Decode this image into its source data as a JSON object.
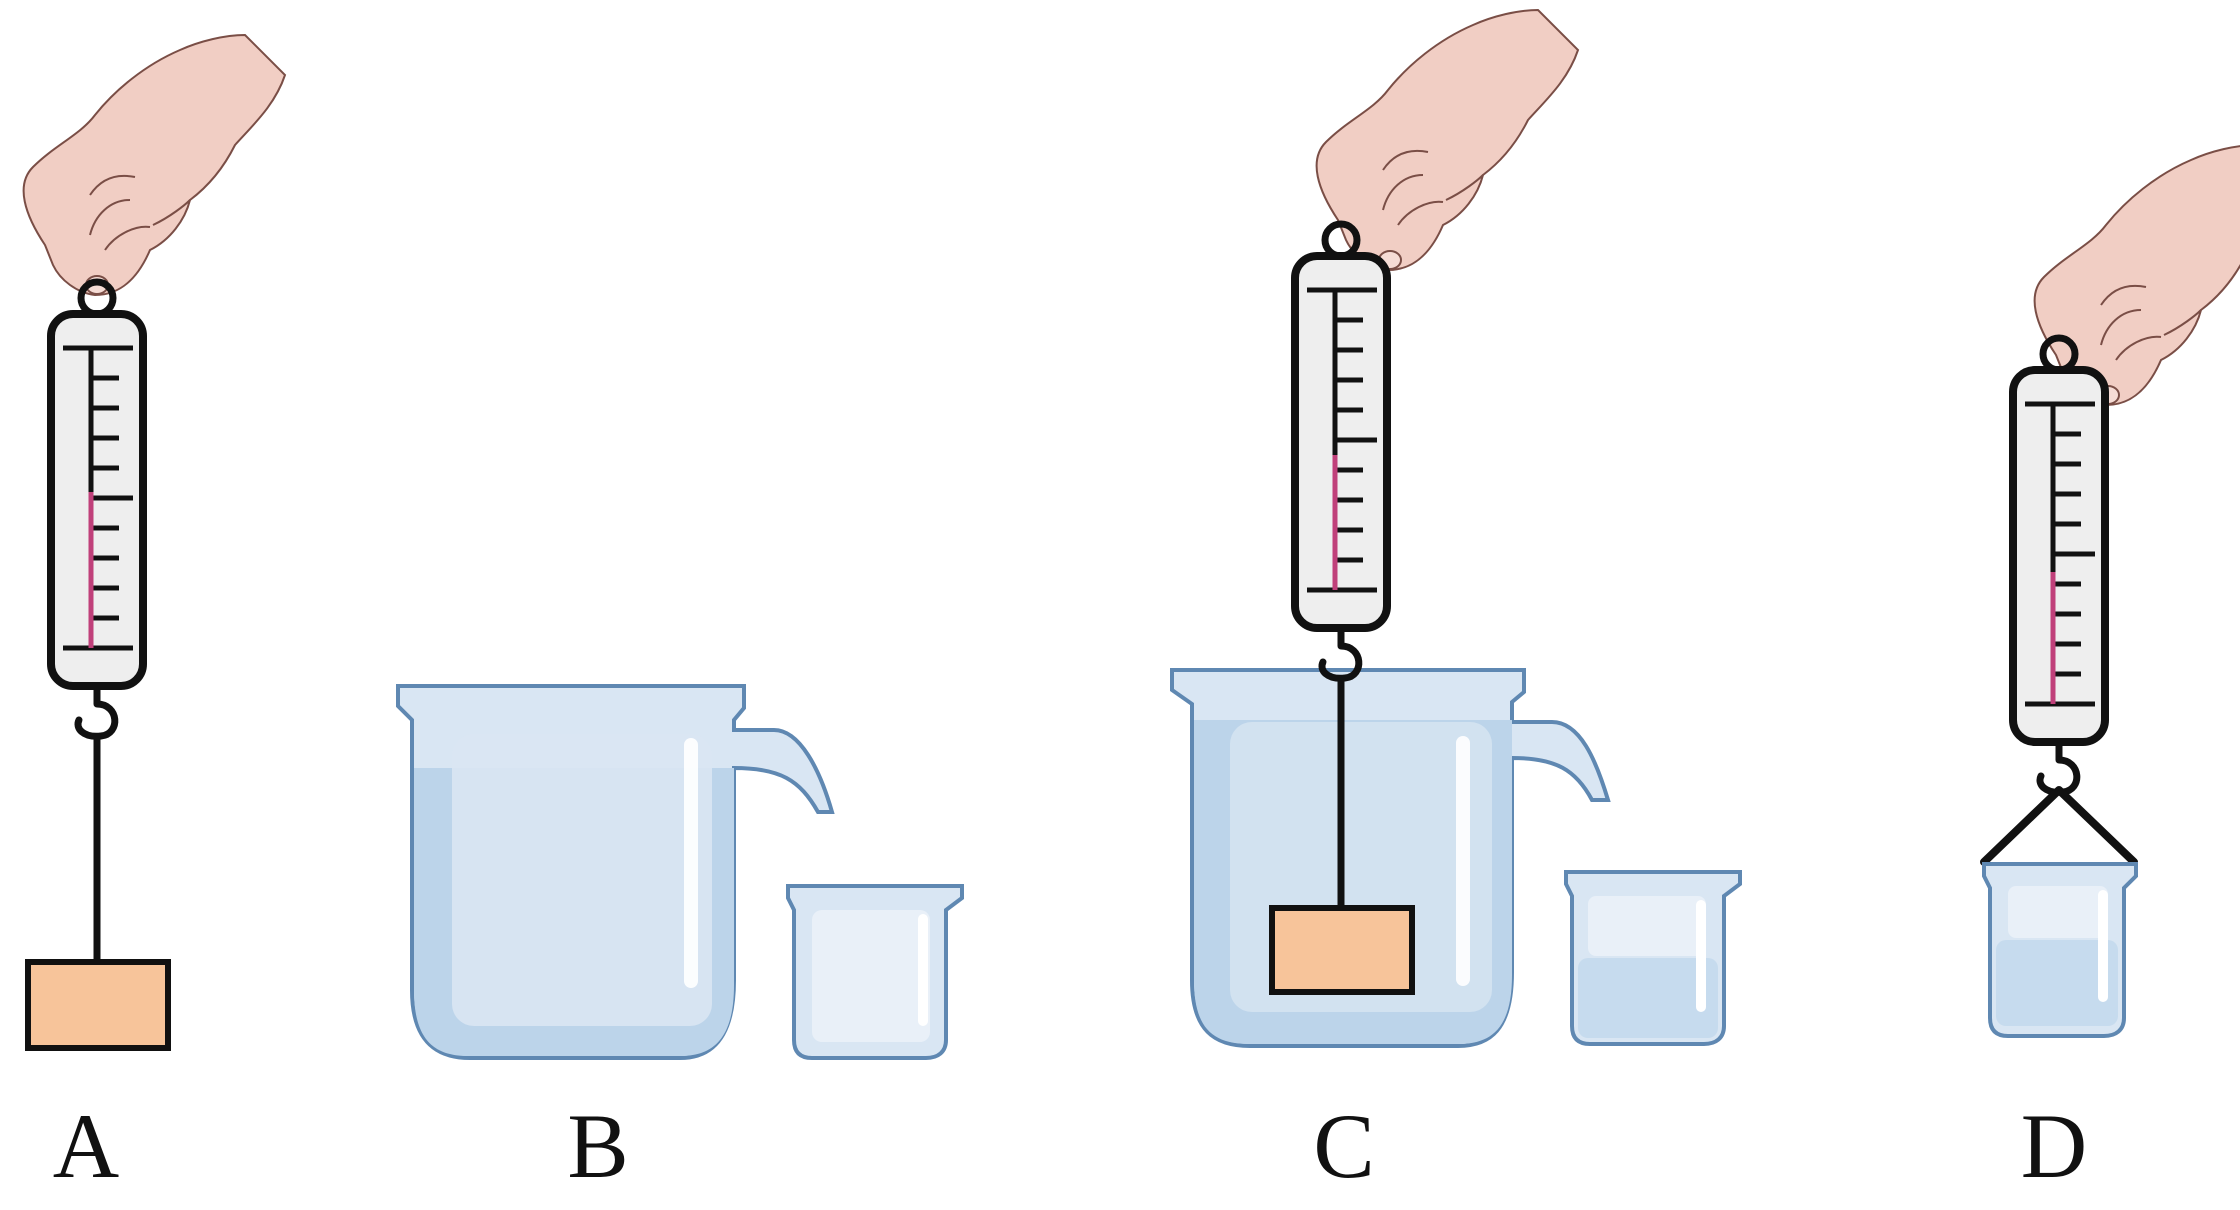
{
  "panels": [
    {
      "id": "A",
      "label": "A"
    },
    {
      "id": "B",
      "label": "B"
    },
    {
      "id": "C",
      "label": "C"
    },
    {
      "id": "D",
      "label": "D"
    }
  ],
  "colors": {
    "outline": "#111111",
    "scale_body": "#eeeeee",
    "indicator": "#c0407a",
    "block": "#f7c49a",
    "water": "#bcd4ea",
    "water_light": "#d9e6f3",
    "glass_edge": "#5f88b2",
    "hand": "#f1cec4",
    "hand_line": "#7a4e46"
  },
  "icons": [
    "hand-icon",
    "spring-scale-icon",
    "block-icon",
    "overflow-beaker-icon",
    "small-beaker-icon"
  ],
  "indicator_levels": {
    "A": 0.52,
    "C": 0.45,
    "D": 0.44
  }
}
